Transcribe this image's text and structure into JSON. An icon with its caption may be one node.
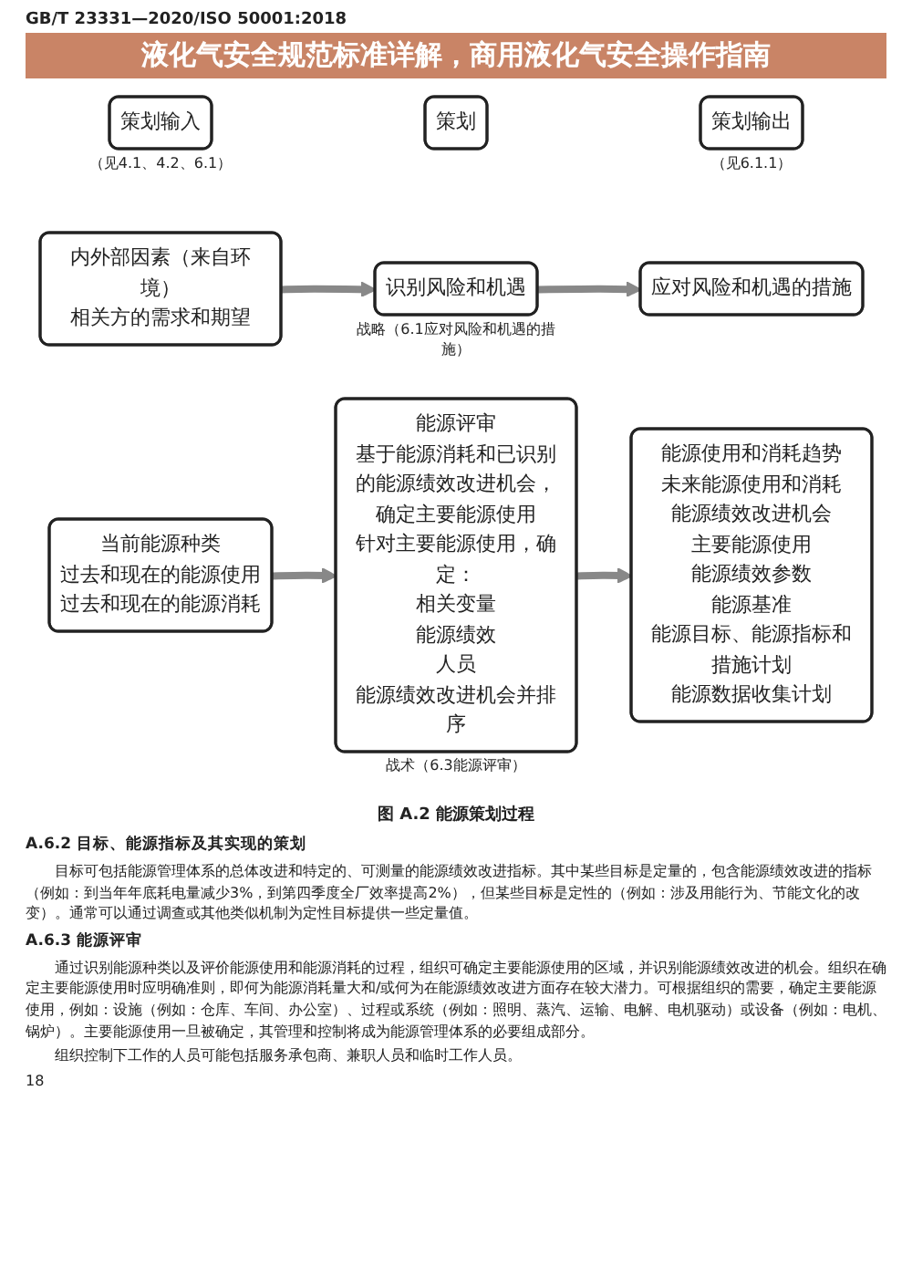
{
  "diagram": {
    "title": "液化气安全规范标准详解，商用液化气安全操作指南",
    "caption": "图 A.2 能源策划过程",
    "nodes": [
      {
        "text": [
          "策划输入"
        ],
        "beside": [
          "（见4.1、4.2、6.1）"
        ]
      },
      {
        "text": [
          "策划"
        ]
      },
      {
        "text": [
          "策划输出"
        ],
        "beside": [
          "（见6.1.1）"
        ]
      },
      {
        "text": [
          "内外部因素（来自环境）",
          "相关方的需求和期望"
        ]
      },
      {
        "text": [
          "识别风险和机遇"
        ],
        "beside": [
          "战略（6.1应对风险和机遇的措施）"
        ]
      },
      {
        "text": [
          "应对风险和机遇的措施"
        ]
      },
      {
        "text": [
          "当前能源种类",
          "过去和现在的能源使用",
          "过去和现在的能源消耗"
        ]
      },
      {
        "text": [
          "能源评审",
          "基于能源消耗和已识别的能源绩效改进机会，确定主要能源使用",
          "针对主要能源使用，确定：",
          "相关变量",
          "能源绩效",
          "人员",
          "能源绩效改进机会并排序"
        ],
        "beside": [
          "战术（6.3能源评审）"
        ]
      },
      {
        "text": [
          "能源使用和消耗趋势",
          "未来能源使用和消耗",
          "能源绩效改进机会",
          "主要能源使用",
          "能源绩效参数",
          "能源基准",
          "能源目标、能源指标和措施计划",
          "能源数据收集计划"
        ]
      }
    ],
    "edges": [
      {
        "from": 3,
        "to": 4,
        "arrow": "to"
      },
      {
        "from": 4,
        "to": 5,
        "arrow": "to"
      },
      {
        "from": 6,
        "to": 7,
        "arrow": "to"
      },
      {
        "from": 7,
        "to": 8,
        "arrow": "to"
      }
    ],
    "labels": [
      "GB/T 23331—2020/ISO 50001:2018",
      "A.6.2 目标、能源指标及其实现的策划",
      "目标可包括能源管理体系的总体改进和特定的、可测量的能源绩效改进指标。其中某些目标是定量的，包含能源绩效改进的指标（例如：到当年年底耗电量减少3%，到第四季度全厂效率提高2%），但某些目标是定性的（例如：涉及用能行为、节能文化的改变）。通常可以通过调查或其他类似机制为定性目标提供一些定量值。",
      "A.6.3 能源评审",
      "通过识别能源种类以及评价能源使用和能源消耗的过程，组织可确定主要能源使用的区域，并识别能源绩效改进的机会。组织在确定主要能源使用时应明确准则，即何为能源消耗量大和/或何为在能源绩效改进方面存在较大潜力。可根据组织的需要，确定主要能源使用，例如：设施（例如：仓库、车间、办公室）、过程或系统（例如：照明、蒸汽、运输、电解、电机驱动）或设备（例如：电机、锅炉）。主要能源使用一旦被确定，其管理和控制将成为能源管理体系的必要组成部分。",
      "组织控制下工作的人员可能包括服务承包商、兼职人员和临时工作人员。",
      "18"
    ]
  }
}
